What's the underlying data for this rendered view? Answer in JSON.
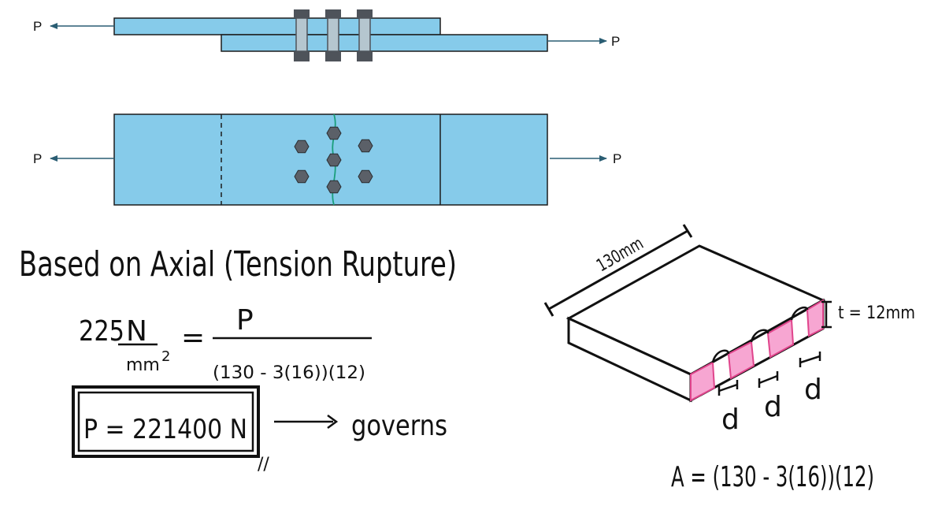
{
  "side_view": {
    "left_force": "P",
    "right_force": "P"
  },
  "plan_view": {
    "left_force": "P",
    "right_force": "P"
  },
  "notes": {
    "heading": "Based on Axial (Tension Rupture)",
    "eq_lhs_value": "225",
    "eq_lhs_unit_num": "N",
    "eq_lhs_unit_den": "mm",
    "eq_lhs_unit_exp": "2",
    "eq_equals": "=",
    "eq_rhs_num": "P",
    "eq_rhs_den": "(130 - 3(16))(12)",
    "result": "P = 221400 N",
    "governs": "governs",
    "double_tick": "//"
  },
  "iso_plate": {
    "width_label": "130mm",
    "thickness_label": "t = 12mm",
    "hole_label_1": "d",
    "hole_label_2": "d",
    "hole_label_3": "d",
    "area_formula": "A = (130 - 3(16))(12)"
  },
  "colors": {
    "plate_fill": "#86cbea",
    "plate_stroke": "#1c1c1c",
    "bolt_fill": "#5b6068",
    "section_line": "#1a9e7a",
    "arrow": "#2a5d73",
    "net_area_fill": "#f7a6d2",
    "net_area_stroke": "#e0458c"
  }
}
